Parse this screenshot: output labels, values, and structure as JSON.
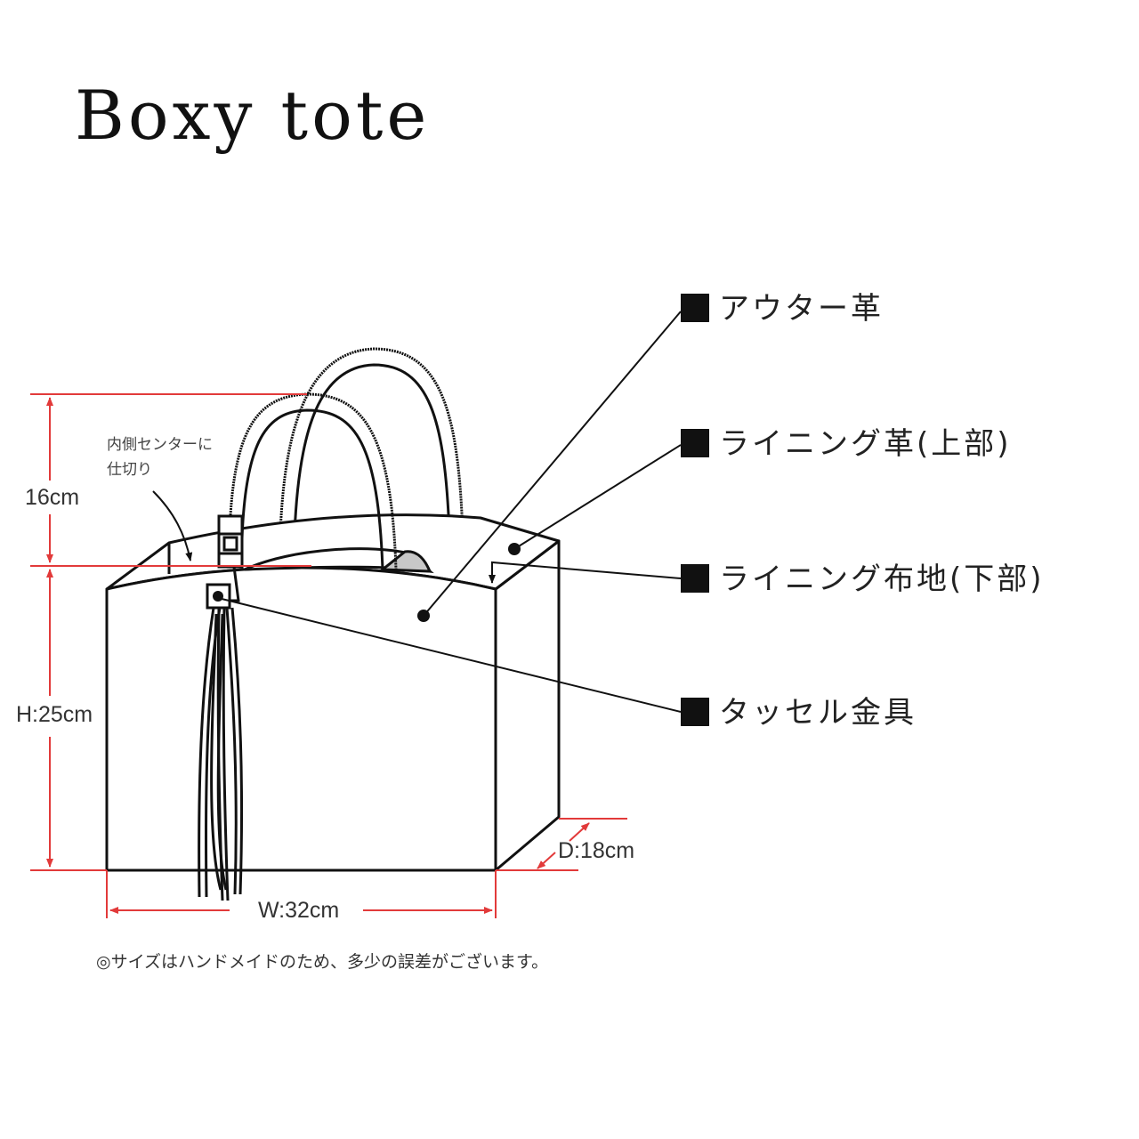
{
  "title": "Boxy tote",
  "dimensions": {
    "handle_height": "16cm",
    "height": "H:25cm",
    "width": "W:32cm",
    "depth": "D:18cm"
  },
  "annotation": {
    "line1": "内側センターに",
    "line2": "仕切り"
  },
  "parts": [
    {
      "marker": "■",
      "label": "アウター革"
    },
    {
      "marker": "■",
      "label": "ライニング革(上部)"
    },
    {
      "marker": "■",
      "label": "ライニング布地(下部)"
    },
    {
      "marker": "■",
      "label": "タッセル金具"
    }
  ],
  "footnote": "◎サイズはハンドメイドのため、多少の誤差がございます。",
  "colors": {
    "dimension_line": "#e23a3a",
    "outline": "#111111",
    "inner_fill": "#c8c8c8"
  }
}
